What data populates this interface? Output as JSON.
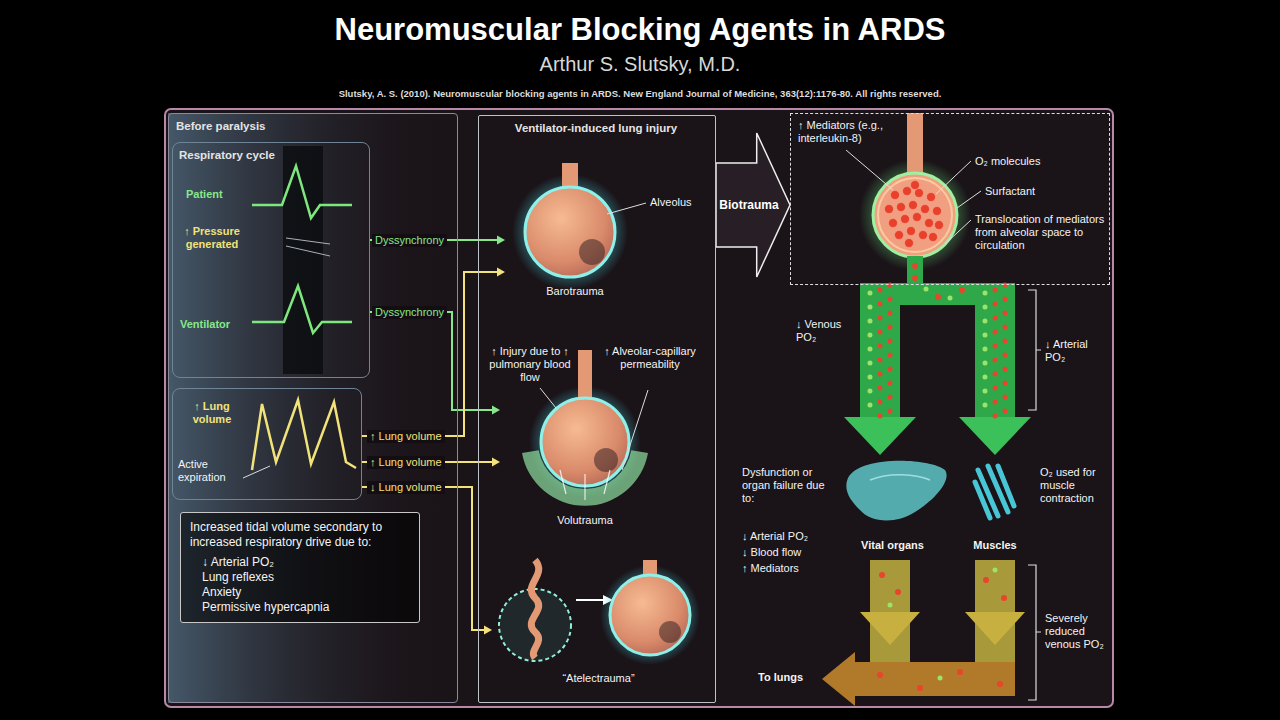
{
  "diagram": {
    "title": "Neuromuscular Blocking Agents in ARDS",
    "nodes": [
      {
        "text": [
          "Before paralysis"
        ]
      },
      {
        "text": [
          "Respiratory cycle",
          "Patient",
          "↑ Pressure generated",
          "Ventilator"
        ],
        "in": 0
      },
      {
        "text": [
          "↑ Lung volume",
          "Active expiration"
        ],
        "in": 0
      },
      {
        "text": [
          "Increased tidal volume secondary to increased respiratory drive due to:",
          "↓ Arterial PO₂",
          "Lung reflexes",
          "Anxiety",
          "Permissive hypercapnia"
        ],
        "in": 0
      },
      {
        "text": [
          "Ventilator-induced lung injury"
        ]
      },
      {
        "text": [
          "Barotrauma"
        ],
        "in": 4
      },
      {
        "text": [
          "Volutrauma"
        ],
        "in": 4
      },
      {
        "text": [
          "“Atelectrauma”"
        ],
        "in": 4
      },
      {
        "text": [
          "↑ Mediators (e.g., interleukin-8)",
          "O₂ molecules",
          "Surfactant",
          "Translocation of mediators from alveolar space to circulation"
        ]
      },
      {
        "text": [
          "Vital organs"
        ]
      },
      {
        "text": [
          "Muscles"
        ]
      }
    ],
    "edges": [
      {
        "from": 1,
        "to": 5,
        "label": "Dyssynchrony",
        "arrow": "to"
      },
      {
        "from": 1,
        "to": 6,
        "label": "Dyssynchrony",
        "arrow": "to"
      },
      {
        "from": 2,
        "to": 5,
        "label": "↑ Lung volume",
        "arrow": "to"
      },
      {
        "from": 2,
        "to": 6,
        "label": "↑ Lung volume",
        "arrow": "to"
      },
      {
        "from": 2,
        "to": 7,
        "label": "↓ Lung volume",
        "arrow": "to"
      },
      {
        "from": 4,
        "to": 8,
        "label": "Biotrauma",
        "arrow": "to"
      },
      {
        "from": 8,
        "to": 9,
        "arrow": "to"
      },
      {
        "from": 8,
        "to": 10,
        "arrow": "to"
      }
    ],
    "labels": [
      "Arthur S. Slutsky, M.D.",
      "Slutsky, A. S. (2010). Neuromuscular blocking agents in ARDS. New England Journal of Medicine, 363(12):1176-80. All rights reserved.",
      "Alveolus",
      "↑ Injury due to ↑ pulmonary blood flow",
      "↑ Alveolar-capillary permeability",
      "↓ Venous PO₂",
      "↓ Arterial PO₂",
      "Dysfunction or organ failure due to:",
      "↓ Arterial PO₂",
      "↓ Blood flow",
      "↑ Mediators",
      "O₂ used for muscle contraction",
      "Severely reduced venous PO₂",
      "To lungs"
    ]
  }
}
